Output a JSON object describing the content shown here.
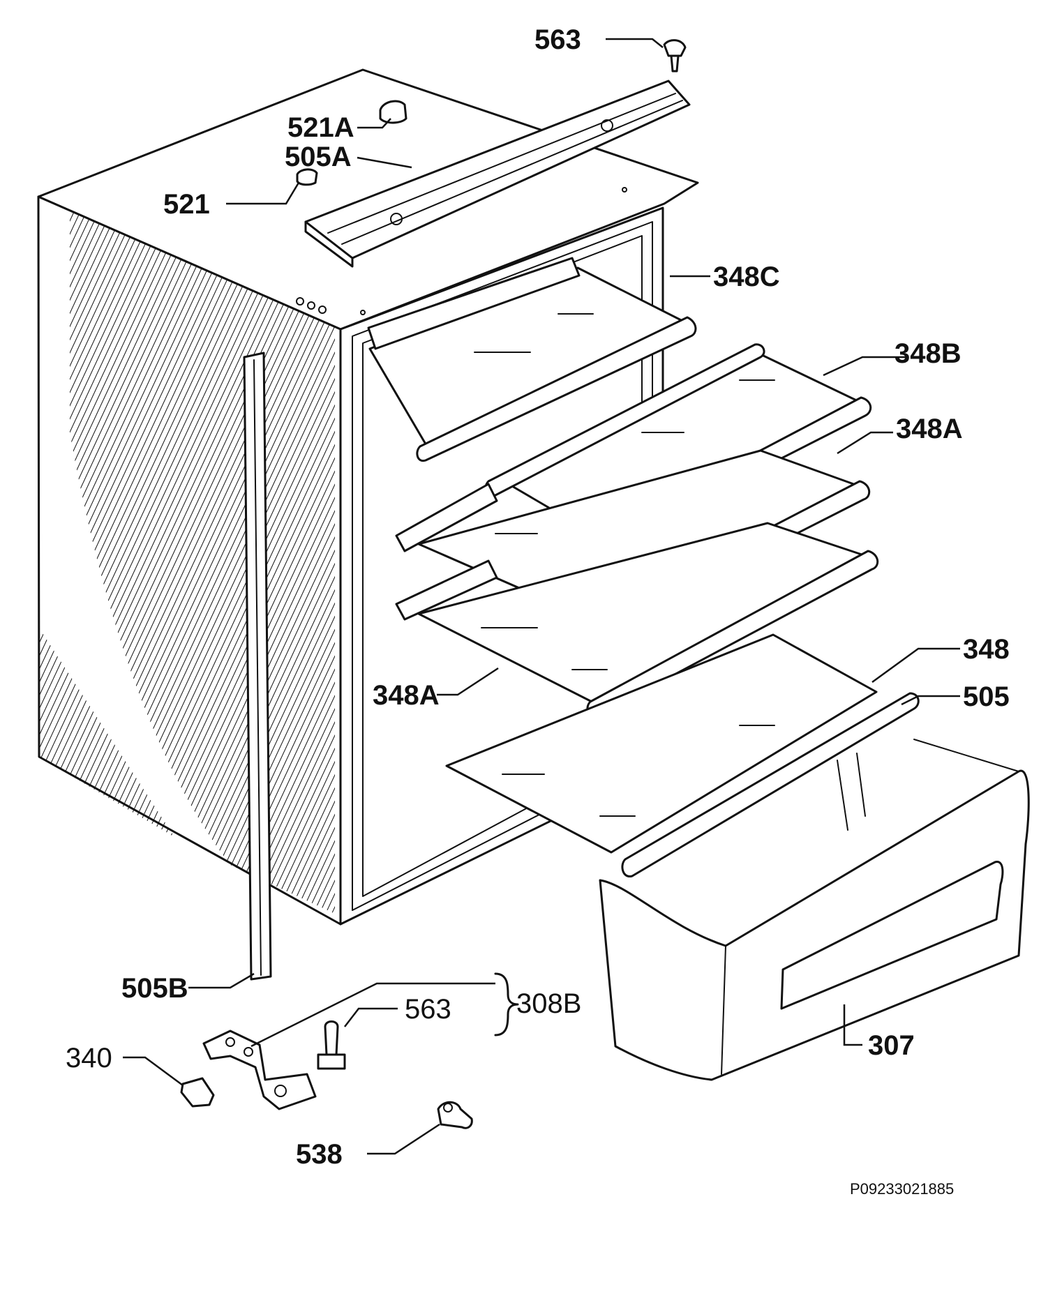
{
  "labels": {
    "l563_top": "563",
    "l521A": "521A",
    "l505A": "505A",
    "l521": "521",
    "l348C": "348C",
    "l348B": "348B",
    "l348A_right": "348A",
    "l348": "348",
    "l505": "505",
    "l348A_left": "348A",
    "l505B": "505B",
    "l308B": "308B",
    "l563_bottom": "563",
    "l340": "340",
    "l307": "307",
    "l538": "538"
  },
  "drawing_code": "P09233021885",
  "colors": {
    "ink": "#111111",
    "paper": "#ffffff"
  }
}
